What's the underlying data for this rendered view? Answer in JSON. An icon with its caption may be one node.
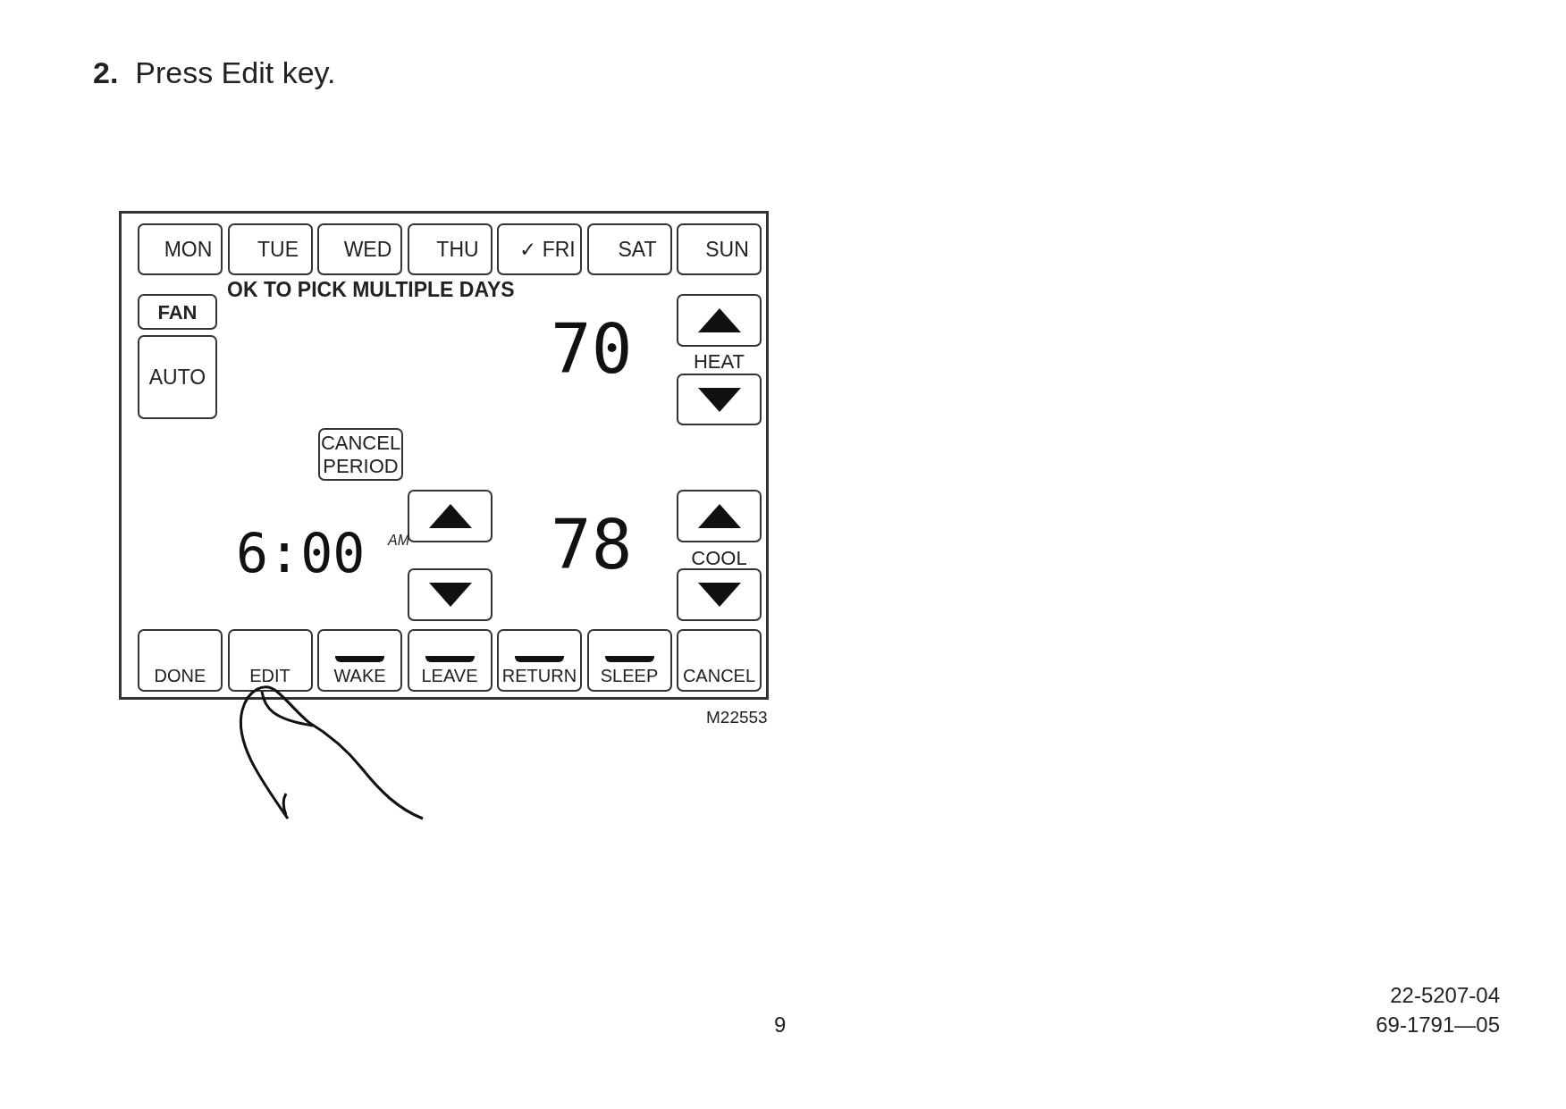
{
  "diagram": {
    "title": "**2.**  Press Edit key.",
    "nodes": [
      {
        "text": [],
        "shape": "box"
      },
      {
        "text": [
          "MON"
        ],
        "in": 0
      },
      {
        "text": [
          "TUE"
        ],
        "in": 0
      },
      {
        "text": [
          "WED"
        ],
        "in": 0
      },
      {
        "text": [
          "THU"
        ],
        "in": 0
      },
      {
        "text": [
          "✓ FRI"
        ],
        "in": 0
      },
      {
        "text": [
          "SAT"
        ],
        "in": 0
      },
      {
        "text": [
          "SUN"
        ],
        "in": 0
      },
      {
        "text": [
          "FAN"
        ],
        "in": 0
      },
      {
        "text": [
          "AUTO"
        ],
        "in": 0
      },
      {
        "text": [],
        "shape": "box",
        "in": 0
      },
      {
        "text": [],
        "shape": "box",
        "in": 0
      },
      {
        "text": [
          "CANCEL PERIOD"
        ],
        "in": 0
      },
      {
        "text": [],
        "shape": "box",
        "in": 0
      },
      {
        "text": [],
        "shape": "box",
        "in": 0
      },
      {
        "text": [],
        "shape": "box",
        "in": 0
      },
      {
        "text": [],
        "shape": "box",
        "in": 0
      },
      {
        "text": [
          "DONE"
        ],
        "in": 0
      },
      {
        "text": [
          "EDIT"
        ],
        "in": 0
      },
      {
        "text": [
          "WAKE"
        ],
        "in": 0
      },
      {
        "text": [
          "LEAVE"
        ],
        "in": 0
      },
      {
        "text": [
          "RETURN"
        ],
        "in": 0
      },
      {
        "text": [
          "SLEEP"
        ],
        "in": 0
      },
      {
        "text": [
          "CANCEL"
        ],
        "in": 0
      }
    ],
    "labels": [
      "OK TO PICK MULTIPLE DAYS",
      "70",
      "HEAT",
      "6:00",
      "AM",
      "78",
      "COOL",
      "M22553",
      "9",
      "22-5207-04",
      "69-1791—05"
    ]
  }
}
